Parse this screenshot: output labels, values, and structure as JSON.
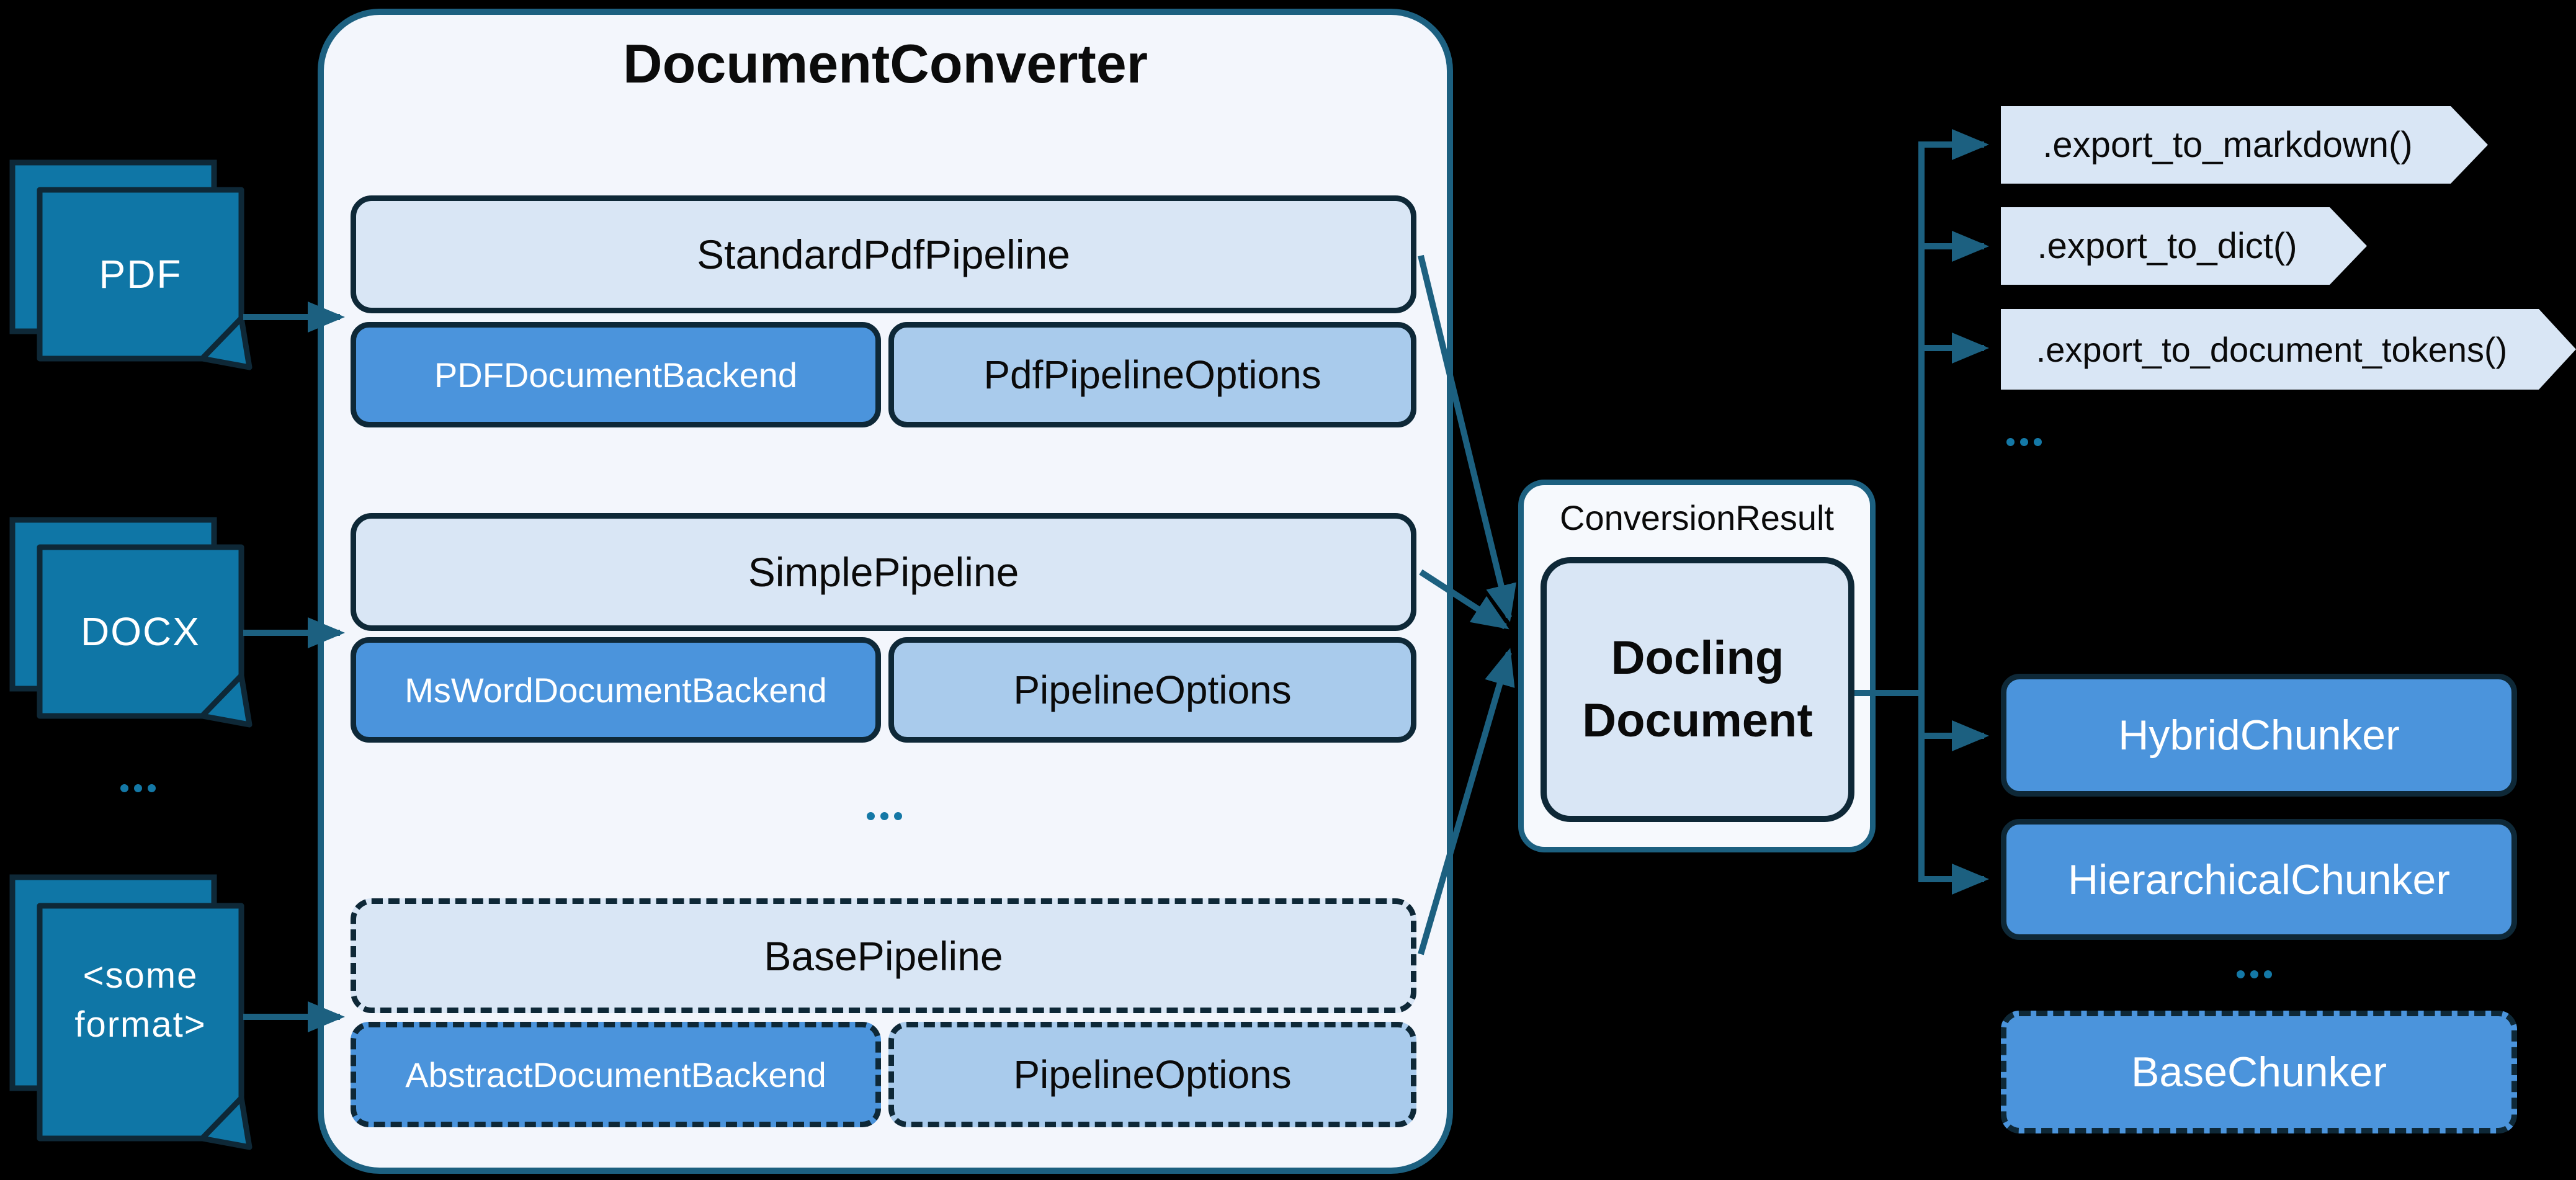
{
  "colors": {
    "background": "#000000",
    "teal_accent": "#1C6080",
    "dark_border": "#0E2837",
    "document_fill": "#0F76A6",
    "dots": "#1478A6",
    "light_blue": "#D9E6F5",
    "medium_blue": "#4B94DC",
    "pale_blue": "#A9CBEC",
    "container_fill": "#F3F6FC",
    "result_fill": "#F6F9FD"
  },
  "icons": {
    "input_document": "document-stack-folded-corner-icon",
    "export_shape": "arrow-right-pentagon",
    "connectors": "teal-arrow-lines"
  },
  "inputs": {
    "documents": [
      {
        "label": "PDF"
      },
      {
        "label": "DOCX"
      },
      {
        "label": "<some format>"
      }
    ],
    "ellipsis": "..."
  },
  "converter": {
    "title": "DocumentConverter",
    "pipelines": [
      {
        "title": "StandardPdfPipeline",
        "backend": "PDFDocumentBackend",
        "options": "PdfPipelineOptions"
      },
      {
        "title": "SimplePipeline",
        "backend": "MsWordDocumentBackend",
        "options": "PipelineOptions"
      },
      {
        "title": "BasePipeline",
        "backend": "AbstractDocumentBackend",
        "options": "PipelineOptions"
      }
    ],
    "ellipsis": "..."
  },
  "result": {
    "label": "ConversionResult",
    "document": "Docling Document"
  },
  "exports": {
    "methods": [
      ".export_to_markdown()",
      ".export_to_dict()",
      ".export_to_document_tokens()"
    ],
    "ellipsis": "..."
  },
  "chunkers": {
    "hybrid": "HybridChunker",
    "hierarchical": "HierarchicalChunker",
    "ellipsis": "...",
    "base": "BaseChunker"
  }
}
